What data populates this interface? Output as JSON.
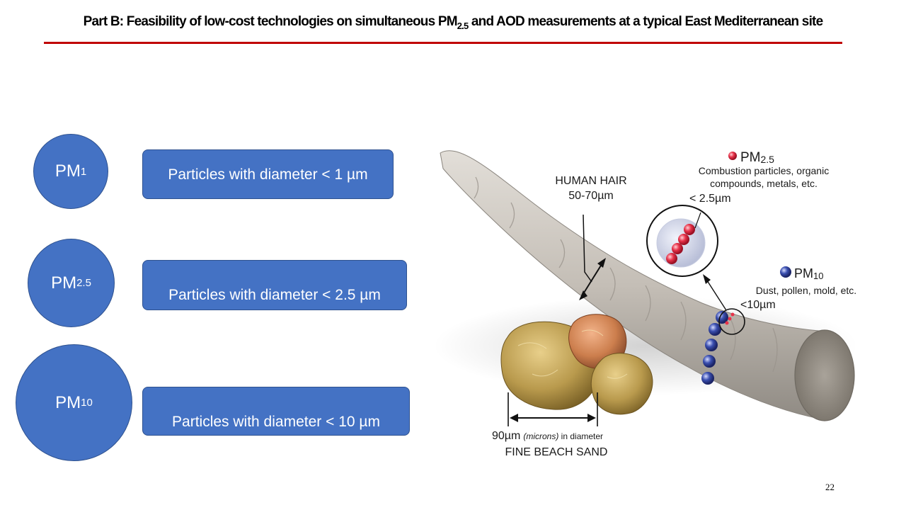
{
  "slide": {
    "title_pre": "Part B: Feasibility of low-cost technologies on simultaneous PM",
    "title_sub": "2.5",
    "title_post": " and AOD measurements at a typical East Mediterranean site",
    "page_number": "22"
  },
  "categories": [
    {
      "circle_base": "PM",
      "circle_sub": "1",
      "description": "Particles with diameter < 1 µm"
    },
    {
      "circle_base": "PM",
      "circle_sub": "2.5",
      "description": "Particles with diameter < 2.5 µm"
    },
    {
      "circle_base": "PM",
      "circle_sub": "10",
      "description": "Particles with diameter < 10 µm"
    }
  ],
  "illustration": {
    "hair_label": "HUMAN HAIR",
    "hair_size": "50-70µm",
    "pm25_base": "PM",
    "pm25_sub": "2.5",
    "pm25_desc_1": "Combustion particles, organic",
    "pm25_desc_2": "compounds, metals, etc.",
    "pm25_size": "< 2.5µm",
    "pm10_base": "PM",
    "pm10_sub": "10",
    "pm10_desc": "Dust, pollen, mold, etc.",
    "pm10_size": "<10µm",
    "sand_size": "90µm",
    "sand_unit": "(microns)",
    "sand_suffix": " in diameter",
    "sand_label": "FINE BEACH SAND"
  },
  "colors": {
    "accent_red": "#c00000",
    "shape_blue": "#4472c4",
    "pm25_red": "#e8334a",
    "pm10_blue": "#3a4fb0"
  }
}
